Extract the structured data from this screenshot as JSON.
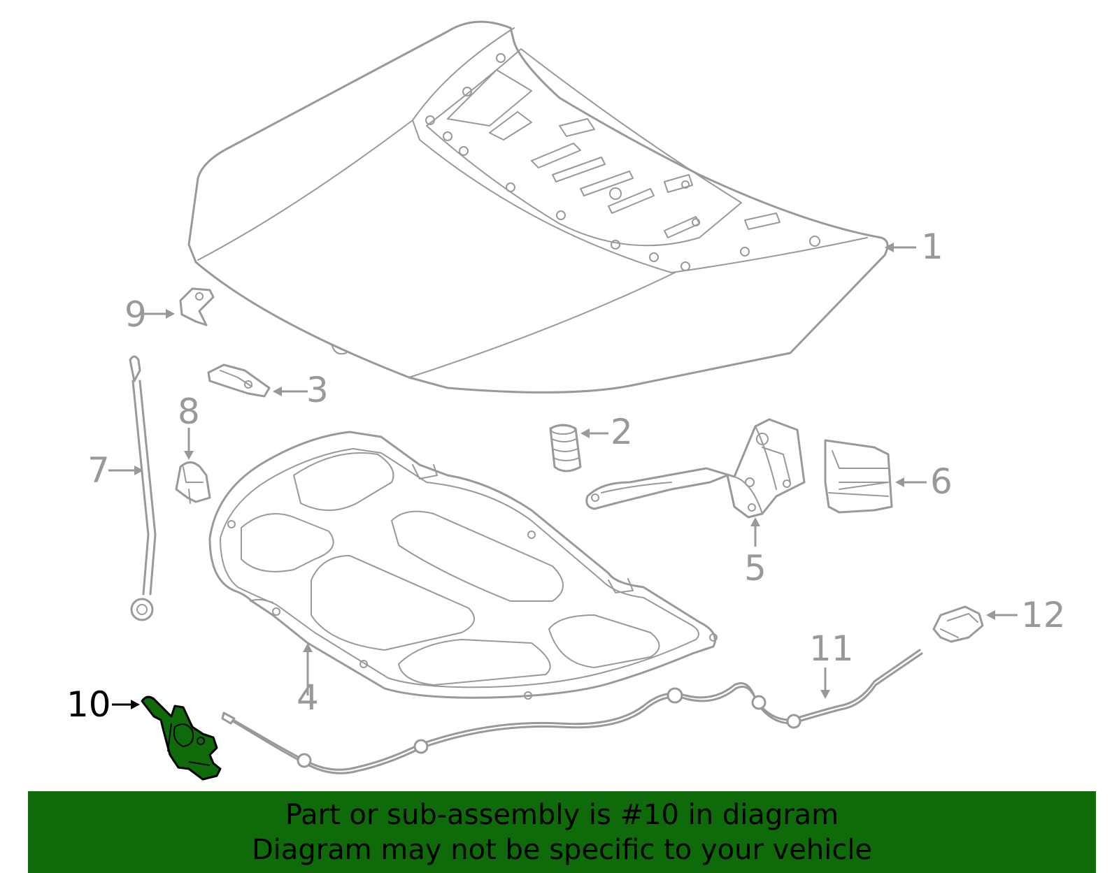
{
  "callouts": [
    {
      "id": "1",
      "label": "1"
    },
    {
      "id": "2",
      "label": "2"
    },
    {
      "id": "3",
      "label": "3"
    },
    {
      "id": "4",
      "label": "4"
    },
    {
      "id": "5",
      "label": "5"
    },
    {
      "id": "6",
      "label": "6"
    },
    {
      "id": "7",
      "label": "7"
    },
    {
      "id": "8",
      "label": "8"
    },
    {
      "id": "9",
      "label": "9"
    },
    {
      "id": "10",
      "label": "10"
    },
    {
      "id": "11",
      "label": "11"
    },
    {
      "id": "12",
      "label": "12"
    }
  ],
  "highlighted_part": "10",
  "colors": {
    "banner": "#0f6b0a",
    "highlight_fill": "#0f6b0a",
    "outline": "#999999",
    "highlight_label": "#000000"
  },
  "banner": {
    "line1": "Part or sub-assembly is #10 in diagram",
    "line2": "Diagram may not be specific to your vehicle"
  }
}
